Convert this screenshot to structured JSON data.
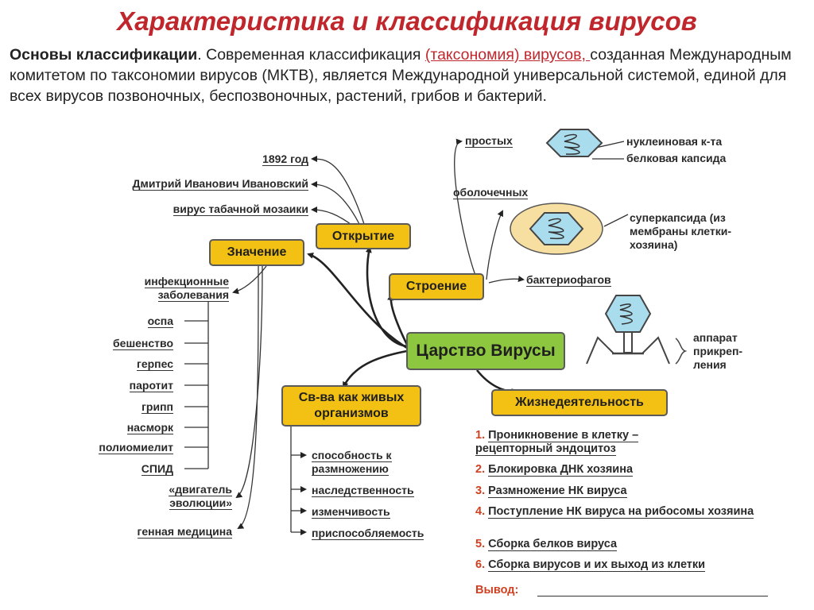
{
  "title": "Характеристика и классификация вирусов",
  "intro": {
    "bold": "Основы классификации",
    "part1": ". Современная классификация ",
    "highlight": "(таксономия) вирусов, ",
    "part2": "созданная Международным комитетом по таксономии вирусов (МКТВ), является Международной универсальной системой, единой для всех вирусов позвоночных, беспозвоночных, растений, грибов и бактерий."
  },
  "nodes": {
    "center": "Царство Вирусы",
    "otkrytie": "Открытие",
    "znachenie": "Значение",
    "stroenie": "Строение",
    "svva": "Св-ва как живых организмов",
    "zhizn": "Жизнедеятельность"
  },
  "otkrytie_items": [
    "1892 год",
    "Дмитрий Иванович Ивановский",
    "вирус табачной мозаики"
  ],
  "znachenie_items": {
    "infect": "инфекционные заболевания",
    "diseases": [
      "оспа",
      "бешенство",
      "герпес",
      "паротит",
      "грипп",
      "насморк",
      "полиомиелит",
      "СПИД"
    ],
    "evol": "«двигатель эволюции»",
    "gen": "генная медицина"
  },
  "stroenie_items": [
    "простых",
    "оболочечных",
    "бактериофагов"
  ],
  "stroenie_notes": {
    "nucl": "нуклеиновая к-та",
    "caps": "белковая капсида",
    "super": "суперкапсида (из мембраны клетки-хозяина)",
    "apparat": "аппарат прикреп-ления"
  },
  "svva_items": [
    "способность к размножению",
    "наследственность",
    "изменчивость",
    "приспособляемость"
  ],
  "zhizn_steps": [
    {
      "n": "1.",
      "t": "Проникновение в клетку – рецепторный эндоцитоз"
    },
    {
      "n": "2.",
      "t": "Блокировка ДНК хозяина"
    },
    {
      "n": "3.",
      "t": "Размножение НК вируса"
    },
    {
      "n": "4.",
      "t": "Поступление НК вируса на рибосомы хозяина"
    },
    {
      "n": "5.",
      "t": "Сборка белков вируса"
    },
    {
      "n": "6.",
      "t": "Сборка вирусов и их выход из клетки"
    }
  ],
  "vyvod": "Вывод:",
  "colors": {
    "title": "#c0272d",
    "box": "#f2c114",
    "center": "#8dc63f",
    "virus": "#a9dcec",
    "envelope": "#f6dfa0",
    "accent": "#d04020"
  }
}
